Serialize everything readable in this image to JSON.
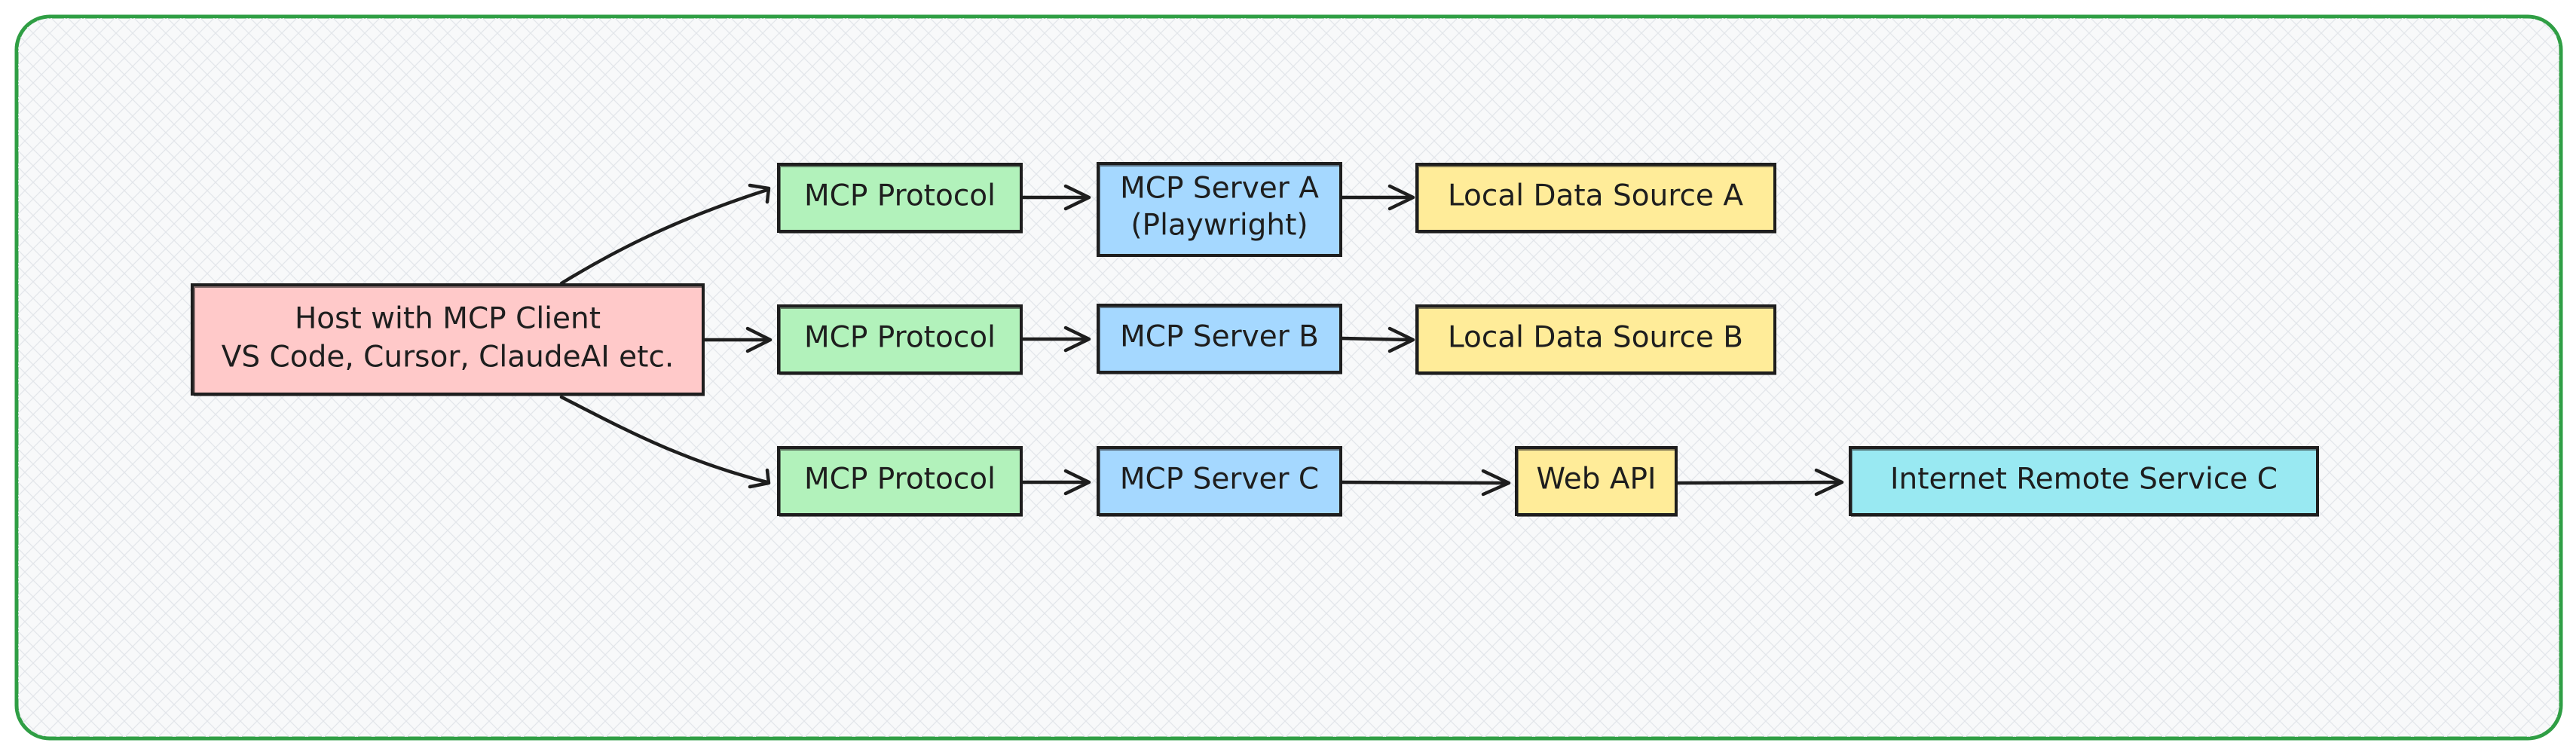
{
  "diagram": {
    "frame_color": "#2f9e44",
    "colors": {
      "host": "#ffc9c9",
      "protocol": "#b2f2bb",
      "server": "#a5d8ff",
      "source": "#ffec99",
      "remote": "#99e9f2",
      "stroke": "#1e1e1e"
    },
    "nodes": {
      "host": {
        "line1": "Host with MCP Client",
        "line2": "VS Code, Cursor, ClaudeAI etc."
      },
      "protocol_a": {
        "label": "MCP Protocol"
      },
      "protocol_b": {
        "label": "MCP Protocol"
      },
      "protocol_c": {
        "label": "MCP Protocol"
      },
      "server_a": {
        "line1": "MCP Server A",
        "line2": "(Playwright)"
      },
      "server_b": {
        "label": "MCP Server B"
      },
      "server_c": {
        "label": "MCP Server C"
      },
      "source_a": {
        "label": "Local Data Source A"
      },
      "source_b": {
        "label": "Local Data Source B"
      },
      "web_api": {
        "label": "Web API"
      },
      "remote_c": {
        "label": "Internet Remote Service C"
      }
    },
    "edges": [
      {
        "from": "host",
        "to": "protocol_a"
      },
      {
        "from": "host",
        "to": "protocol_b"
      },
      {
        "from": "host",
        "to": "protocol_c"
      },
      {
        "from": "protocol_a",
        "to": "server_a"
      },
      {
        "from": "protocol_b",
        "to": "server_b"
      },
      {
        "from": "protocol_c",
        "to": "server_c"
      },
      {
        "from": "server_a",
        "to": "source_a"
      },
      {
        "from": "server_b",
        "to": "source_b"
      },
      {
        "from": "server_c",
        "to": "web_api"
      },
      {
        "from": "web_api",
        "to": "remote_c"
      }
    ]
  }
}
